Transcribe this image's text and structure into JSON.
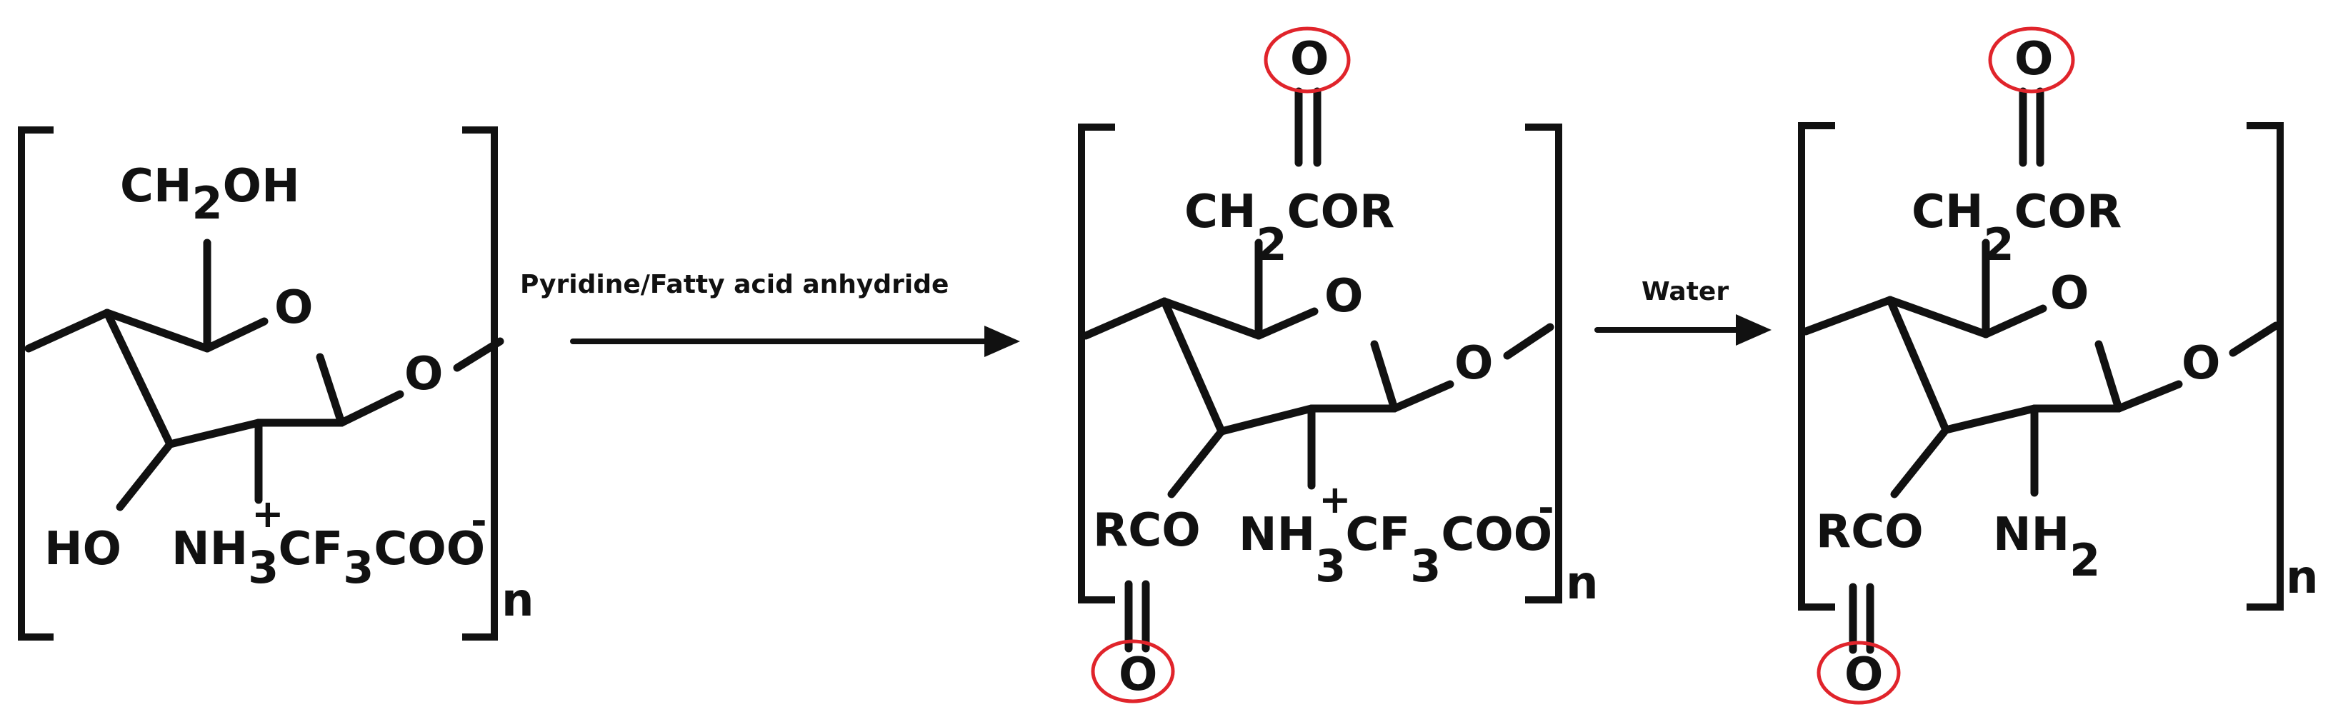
{
  "reaction": {
    "condition_1": "Pyridine/Fatty acid anhydride",
    "condition_2": "Water",
    "repeat_subscript": "n"
  },
  "molecule_1": {
    "c6_group": {
      "a": "CH",
      "sub": "2",
      "b": "OH"
    },
    "ring_oxygen": "O",
    "glycosidic_oxygen": "O",
    "c3_group": "HO",
    "c2_group": {
      "a": "NH",
      "sub": "3",
      "sup": "+",
      "b": "CF",
      "sub2": "3",
      "c": "COO",
      "sup2": "-"
    }
  },
  "molecule_2": {
    "c6_group": {
      "a": "CH",
      "sub": "2",
      "b": "COR"
    },
    "carbonyl_oxygen_top": "O",
    "ring_oxygen": "O",
    "glycosidic_oxygen": "O",
    "c3_group": "RCO",
    "carbonyl_oxygen_bottom": "O",
    "c2_group": {
      "a": "NH",
      "sub": "3",
      "sup": "+",
      "b": "CF",
      "sub2": "3",
      "c": "COO",
      "sup2": "-"
    }
  },
  "molecule_3": {
    "c6_group": {
      "a": "CH",
      "sub": "2",
      "b": "COR"
    },
    "carbonyl_oxygen_top": "O",
    "ring_oxygen": "O",
    "glycosidic_oxygen": "O",
    "c3_group": "RCO",
    "carbonyl_oxygen_bottom": "O",
    "c2_group": {
      "a": "NH",
      "sub": "2"
    }
  },
  "colors": {
    "structure": "#111111",
    "highlight_circle": "#e0242b",
    "background": "#ffffff"
  },
  "icons": [
    "reaction-arrow",
    "double-bond",
    "polymer-bracket"
  ]
}
